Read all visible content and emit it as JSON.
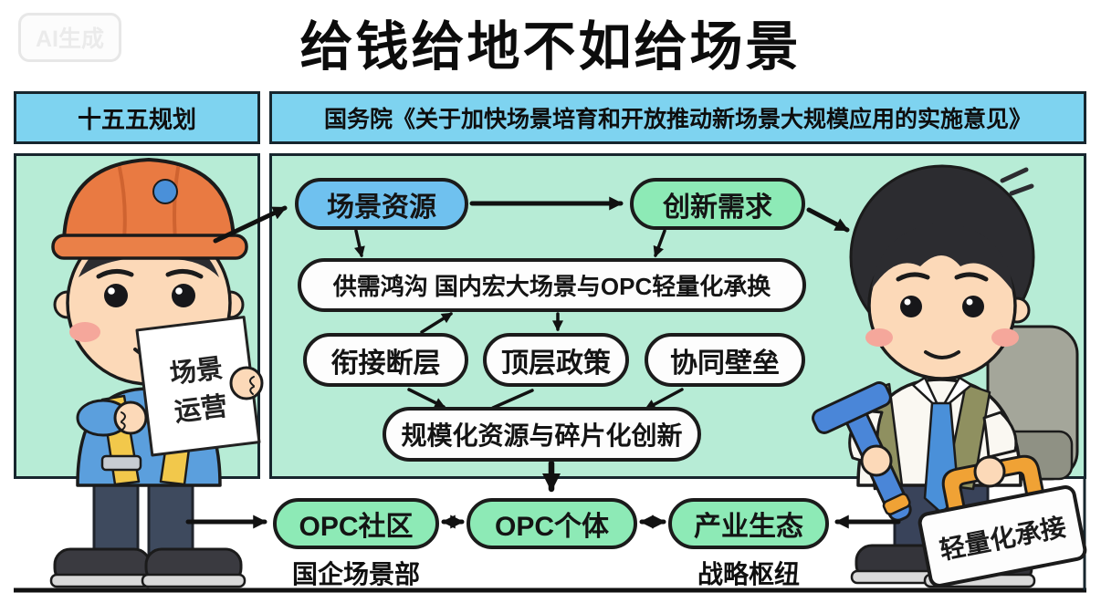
{
  "badge": {
    "label": "AI生成"
  },
  "title": {
    "text": "给钱给地不如给场景"
  },
  "headers": {
    "left": "十五五规划",
    "right": "国务院《关于加快场景培育和开放推动新场景大规模应用的实施意见》"
  },
  "flowchart": {
    "scene_resources": "场景资源",
    "innovation_demand": "创新需求",
    "supply_gap": "供需鸿沟 国内宏大场景与OPC轻量化承换",
    "link_fault": "衔接断层",
    "top_policy": "顶层政策",
    "synergy_barrier": "协同壁垒",
    "scale_vs_fragment": "规模化资源与碎片化创新",
    "opc_community": "OPC社区",
    "opc_individual": "OPC个体",
    "industry_ecology": "产业生态"
  },
  "captions": {
    "opc_community_dept": "国企场景部",
    "strategic_hub": "战略枢纽"
  },
  "props": {
    "paper_line1": "场景",
    "paper_line2": "运营",
    "toolbox_label": "轻量化承接"
  },
  "colors": {
    "panel_bg": "#b7ecd6",
    "header_bg": "#7ed3f0",
    "node_blue": "#6fc1ef",
    "node_green": "#8deab6",
    "node_white": "#fdfdfd",
    "outline": "#1b1b1b",
    "helmet_orange": "#e97a42",
    "shirt_blue": "#5b9fdd",
    "vest_yellow": "#f2c84b",
    "skin": "#fcd9b8",
    "tie_blue": "#4a90d9",
    "toolbox_handle_orange": "#f0a235",
    "wrench_blue": "#4a86d8"
  }
}
